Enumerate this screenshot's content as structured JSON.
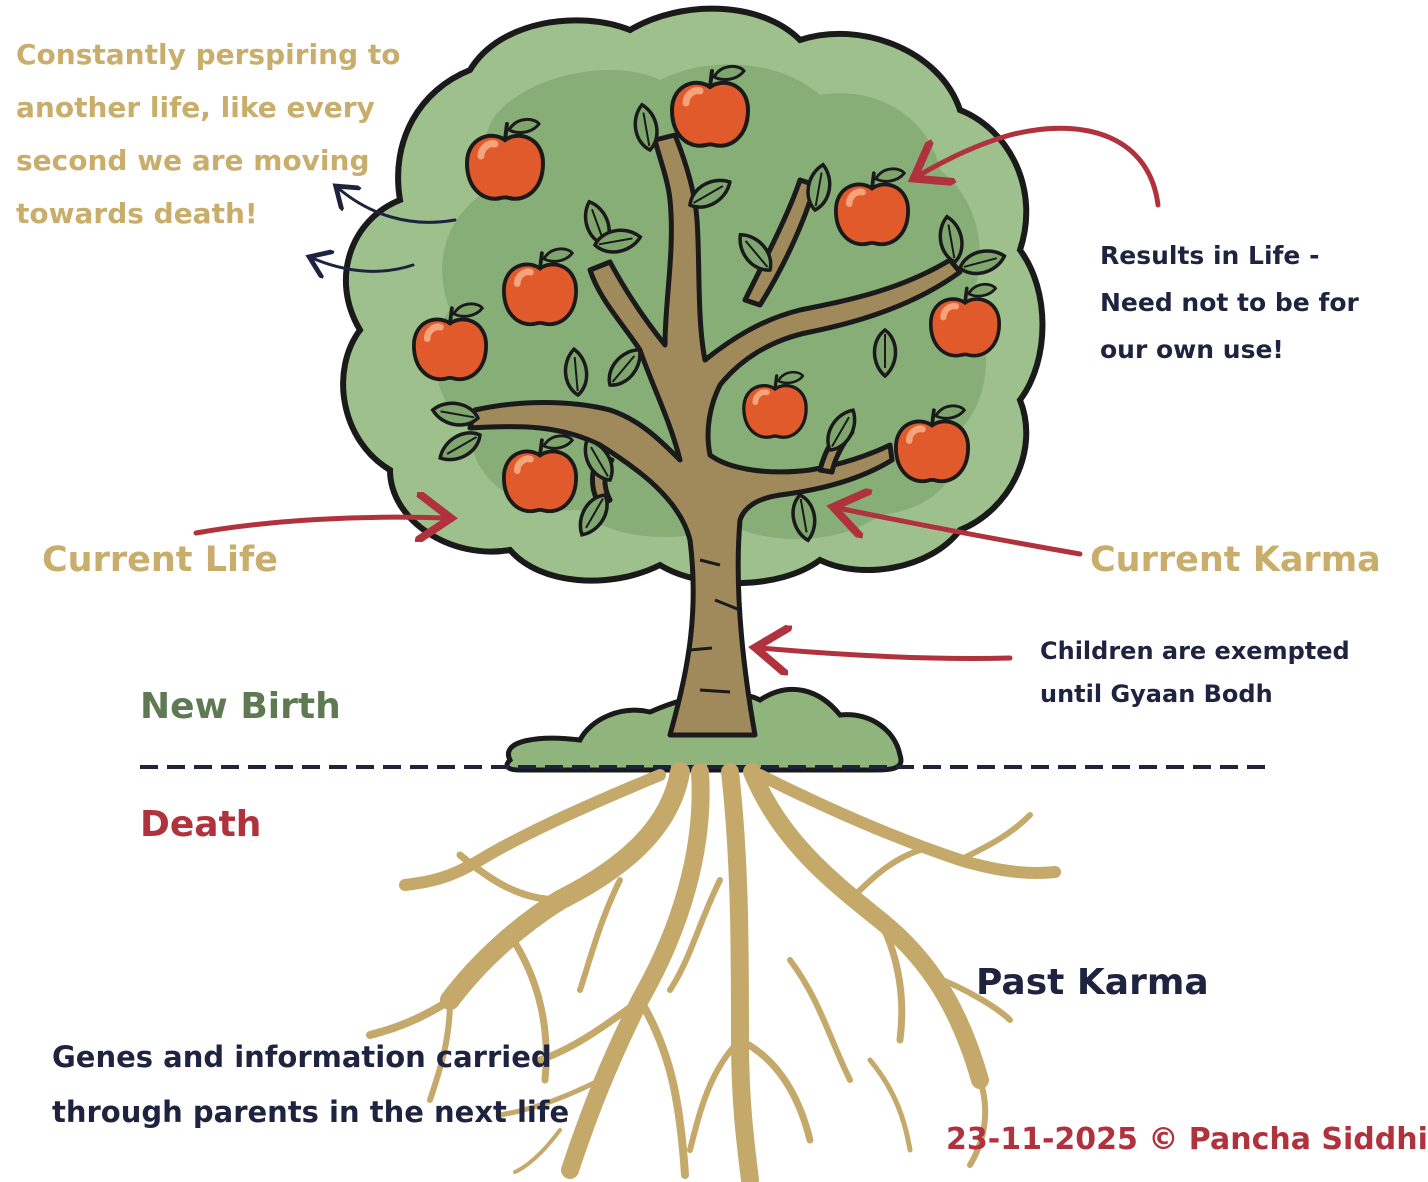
{
  "notes": {
    "left": "Constantly perspiring to another life, like every second we are moving towards death!",
    "right": "Results in Life - Need not to be for our own use!",
    "children": "Children are exempted until Gyaan Bodh",
    "genes": "Genes and information carried through parents in the next life"
  },
  "labels": {
    "current_life": "Current Life",
    "current_karma": "Current Karma",
    "new_birth": "New Birth",
    "death": "Death",
    "past_karma": "Past Karma"
  },
  "copyright": "23-11-2025 © Pancha Siddhi",
  "icons": [
    "tree-illustration",
    "apple-icon",
    "leaf-icon",
    "roots-illustration",
    "arrow-icon"
  ],
  "colors": {
    "gold": "#c9ad6a",
    "navy": "#1e2340",
    "red": "#b0323c",
    "green": "#5f7a52",
    "canopy_light": "#9dc08c",
    "canopy_dark": "#7ea66e",
    "apple": "#e05a2b",
    "trunk": "#a08a5c",
    "roots": "#c4a96a"
  }
}
